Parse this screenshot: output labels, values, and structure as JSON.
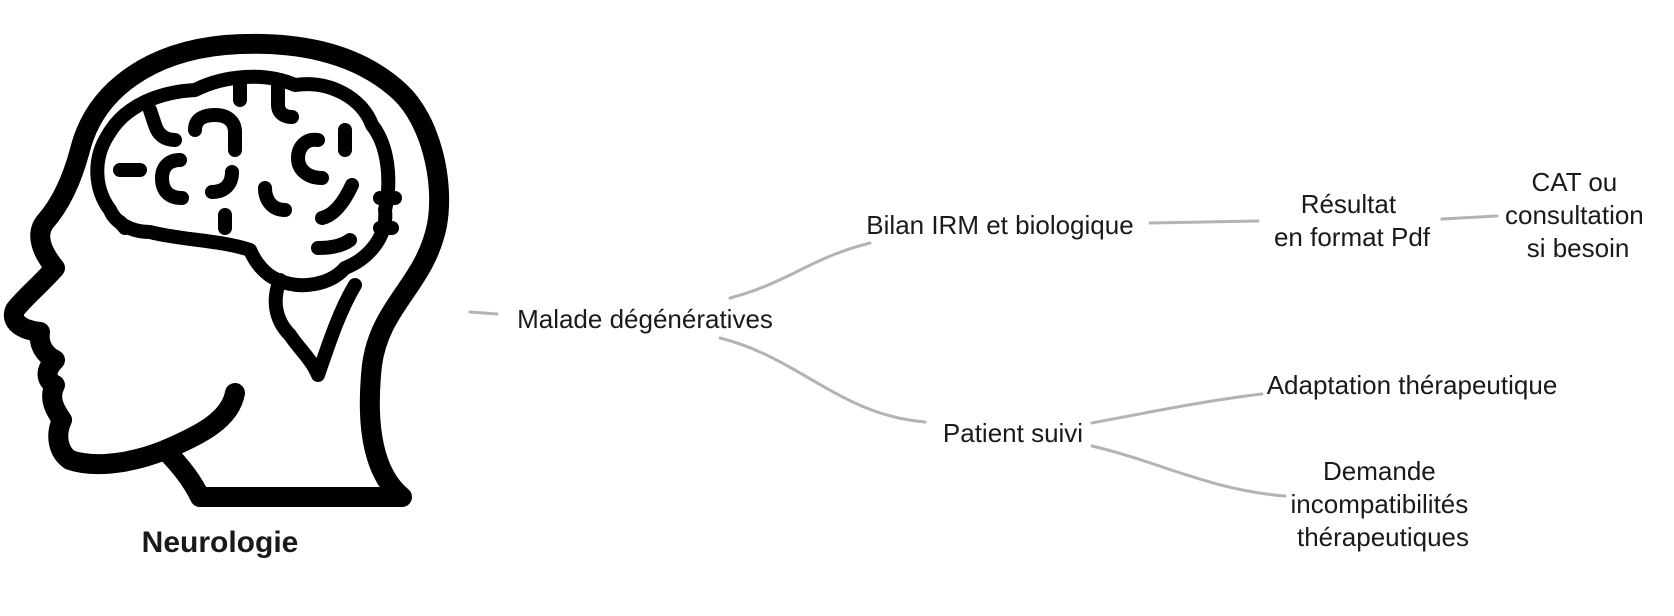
{
  "root": {
    "label": "Neurologie",
    "icon": "head-brain-icon"
  },
  "nodes": {
    "malade": "Malade dégénératives",
    "bilan": "Bilan IRM et biologique",
    "resultat": [
      "Résultat",
      "en format Pdf"
    ],
    "cat": [
      "CAT ou",
      "consultation",
      "si besoin"
    ],
    "patient": "Patient suivi",
    "adaptation": "Adaptation thérapeutique",
    "demande": [
      "Demande",
      "incompatibilités",
      "thérapeutiques"
    ]
  },
  "colors": {
    "connector": "#b3b3b3",
    "text": "#1a1a1a",
    "icon": "#000000"
  }
}
